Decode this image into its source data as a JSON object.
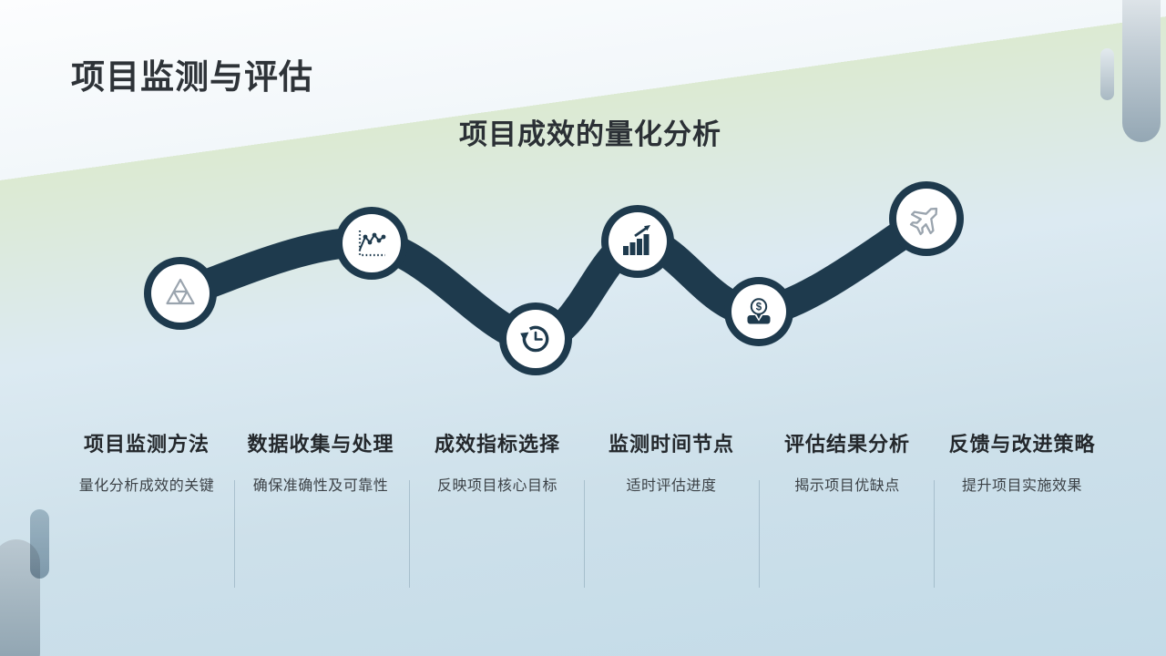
{
  "slide": {
    "title": "项目监测与评估",
    "subtitle": "项目成效的量化分析"
  },
  "timeline": {
    "node_icons": [
      "pyramid-triangle-icon",
      "dotted-line-chart-icon",
      "history-clock-icon",
      "growth-bars-arrow-icon",
      "dollar-person-icon",
      "airplane-icon"
    ]
  },
  "columns": [
    {
      "heading": "项目监测方法",
      "description": "量化分析成效的关键"
    },
    {
      "heading": "数据收集与处理",
      "description": "确保准确性及可靠性"
    },
    {
      "heading": "成效指标选择",
      "description": "反映项目核心目标"
    },
    {
      "heading": "监测时间节点",
      "description": "适时评估进度"
    },
    {
      "heading": "评估结果分析",
      "description": "揭示项目优缺点"
    },
    {
      "heading": "反馈与改进策略",
      "description": "提升项目实施效果"
    }
  ],
  "colors": {
    "accent_navy": "#1e3a4d",
    "icon_gray": "#9aa4ae",
    "background_top": "#fbfcfd",
    "background_bottom": "#c3dde9",
    "title_text": "#2e3338",
    "body_text": "#3c4247"
  }
}
